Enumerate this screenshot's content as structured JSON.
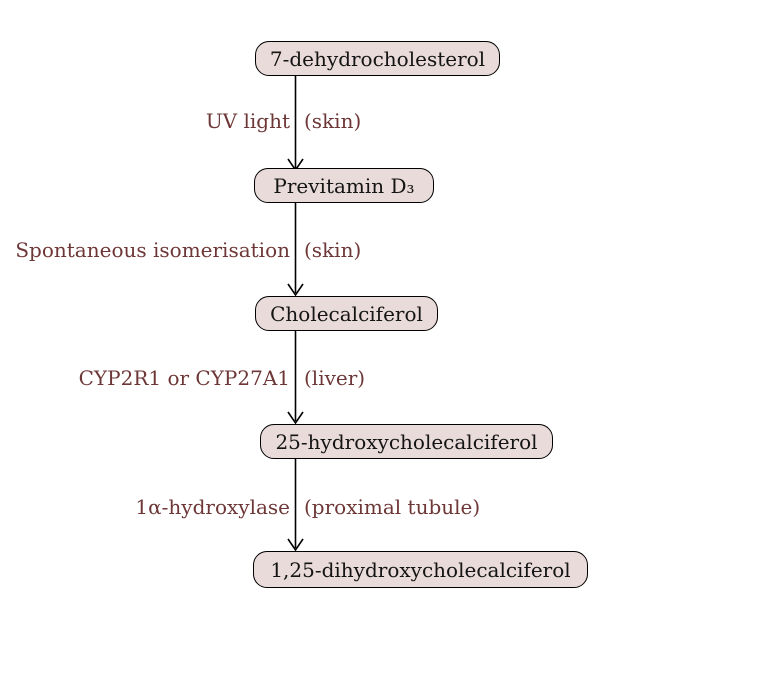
{
  "diagram": {
    "type": "flowchart",
    "subject": "Vitamin D synthesis pathway",
    "colors": {
      "background": "#ffffff",
      "node_fill": "#e8dbd9",
      "node_border": "#000000",
      "node_text": "#141414",
      "label_text": "#6e3737",
      "arrow": "#000000"
    },
    "nodes": [
      {
        "label": "7-dehydrocholesterol"
      },
      {
        "label": "Previtamin D₃"
      },
      {
        "label": "Cholecalciferol"
      },
      {
        "label": "25-hydroxycholecalciferol"
      },
      {
        "label": "1,25-dihydroxycholecalciferol"
      }
    ],
    "steps": [
      {
        "process": "UV light",
        "location": "(skin)"
      },
      {
        "process": "Spontaneous isomerisation",
        "location": "(skin)"
      },
      {
        "process": "CYP2R1 or CYP27A1",
        "location": "(liver)"
      },
      {
        "process": "1α-hydroxylase",
        "location": "(proximal tubule)"
      }
    ]
  }
}
